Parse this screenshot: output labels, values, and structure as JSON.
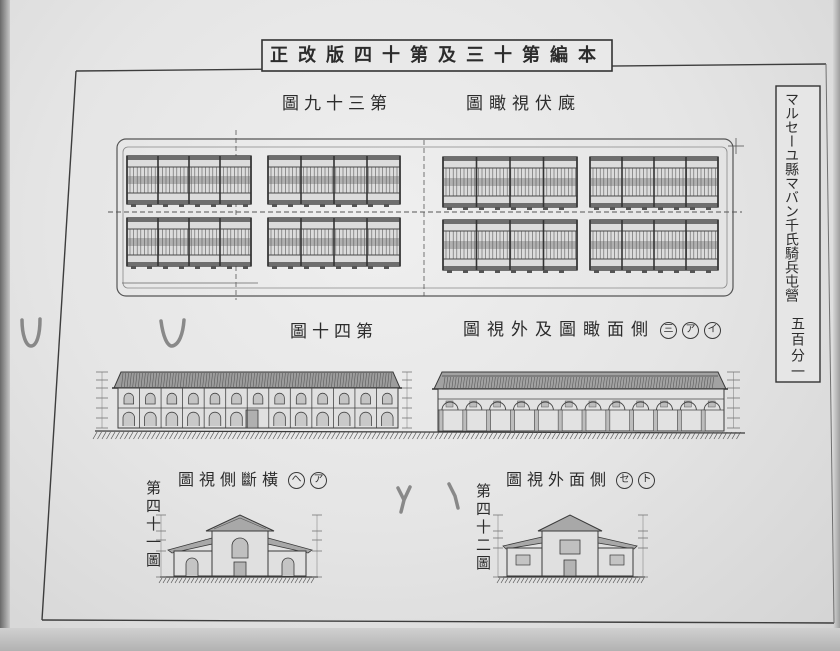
{
  "header": {
    "title": "正改版四十第及三十第編本"
  },
  "side_label": {
    "place": "マルセーユ縣マバン千氏騎兵屯營",
    "scale": "五百分一"
  },
  "fig39": {
    "number": "圖九十三第",
    "caption": "圖瞰視伏廐"
  },
  "fig40": {
    "number": "圖十四第",
    "caption": "圖視外及圖瞰面側",
    "markers": [
      "三",
      "ア",
      "イ"
    ]
  },
  "fig41": {
    "number": "第四十一圖",
    "caption": "圖視側斷橫",
    "markers": [
      "ヘ",
      "ア"
    ]
  },
  "fig42": {
    "number": "第四十二圖",
    "caption": "圖視外面側",
    "markers": [
      "セ",
      "ト"
    ]
  },
  "colors": {
    "paper": "#e4e4e4",
    "ink": "#333333"
  }
}
